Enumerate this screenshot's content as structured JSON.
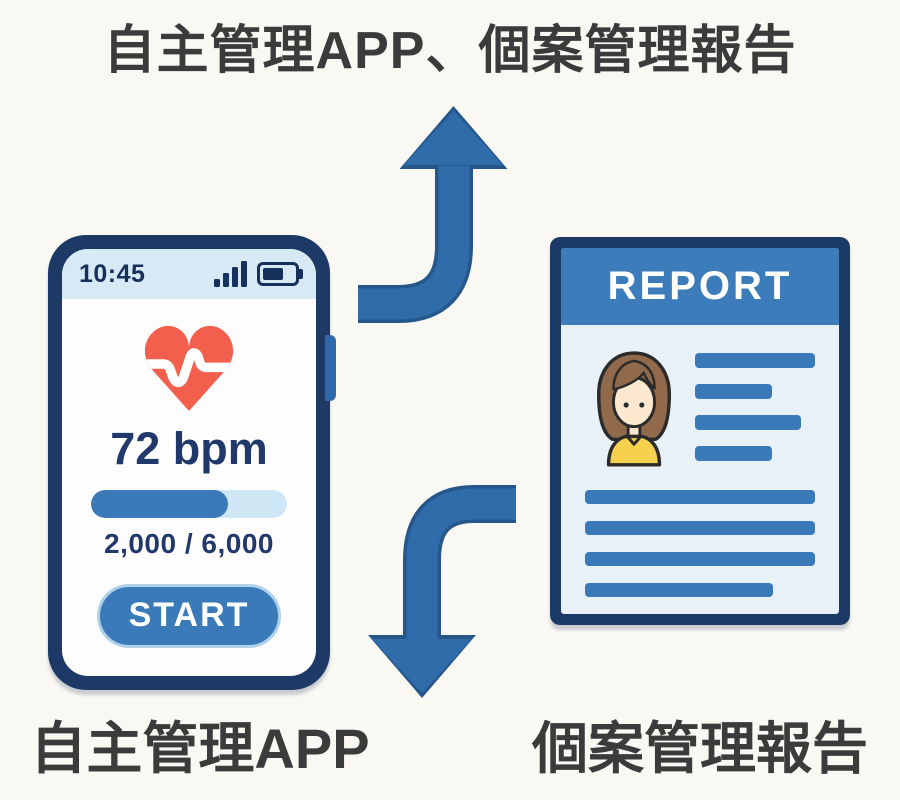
{
  "title": {
    "text": "自主管理APP、個案管理報告"
  },
  "phone": {
    "status": {
      "time": "10:45",
      "signal_icon": "signal-bars",
      "battery_icon": "battery"
    },
    "heart_icon": "heart-pulse",
    "heart_rate": "72 bpm",
    "progress": {
      "percent": 70,
      "label": "2,000 / 6,000"
    },
    "start_button": "START"
  },
  "report": {
    "header": "REPORT",
    "avatar_icon": "woman-avatar",
    "detail_bar_widths": [
      120,
      77,
      106,
      77
    ],
    "detail_bar_height": 15,
    "body_bar_widths": [
      230,
      230,
      230,
      188
    ],
    "body_bar_height": 14
  },
  "captions": {
    "left": "自主管理APP",
    "right": "個案管理報告"
  },
  "colors": {
    "background": "#faf8f3",
    "heading_text": "#3b3b3b",
    "navy_frame": "#1d3a66",
    "navy_text": "#21386b",
    "primary_blue": "#3b7ab8",
    "report_header_blue": "#3d7cba",
    "arrow_blue": "#306caa",
    "arrow_outline": "#26578a",
    "status_bar_blue": "#d6e9f4",
    "progress_track": "#cfe6f5",
    "report_body": "#e9f1f8",
    "heart_red": "#f2604d",
    "shirt_yellow": "#f6d14d",
    "hair_brown": "#916a4b",
    "skin": "#fce8cf"
  }
}
